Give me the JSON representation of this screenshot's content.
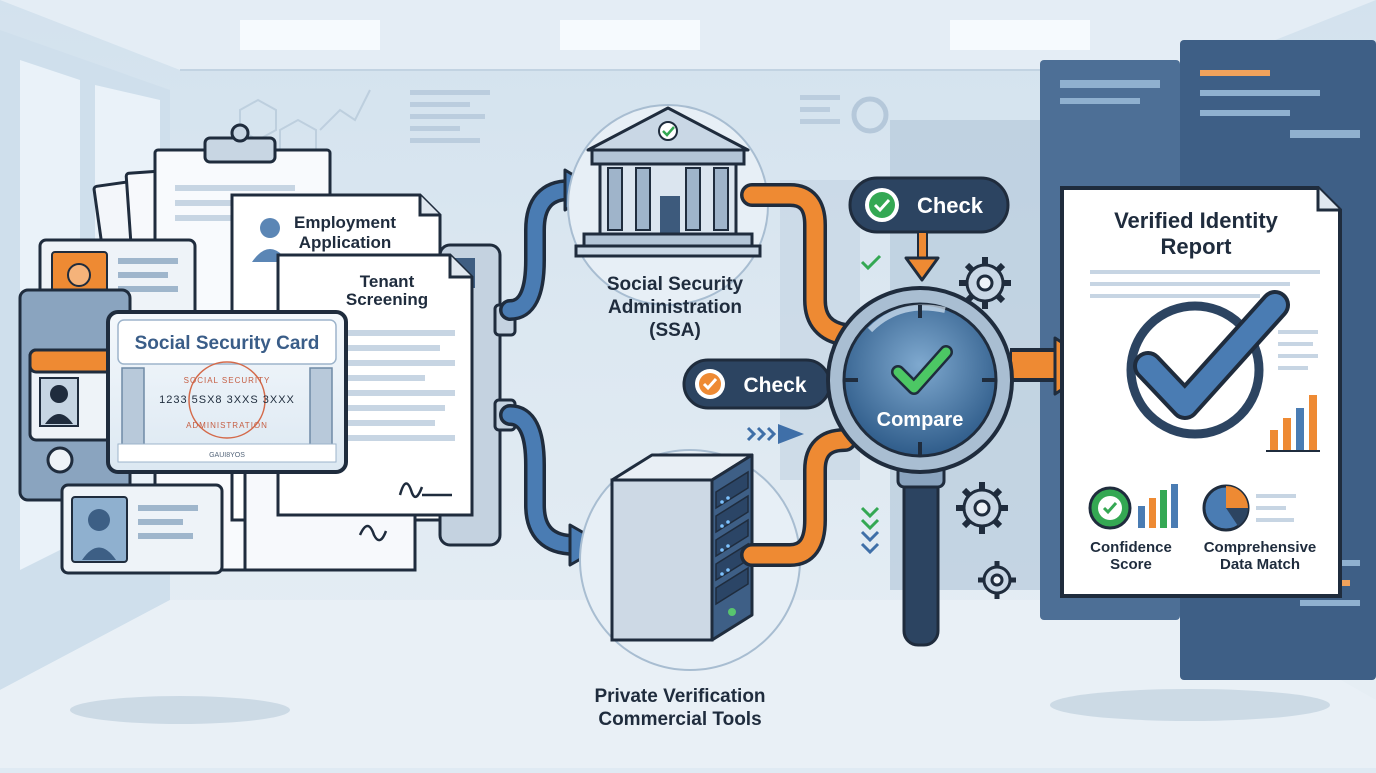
{
  "documents": {
    "employment": [
      "Employment",
      "Application"
    ],
    "tenant": [
      "Tenant",
      "Screening"
    ]
  },
  "card": {
    "title": "Social Security Card",
    "number": "1233 5SX8 3XXS 3XXX",
    "seal_text": "SOCIAL SECURITY ADMINISTRATION",
    "footer": "GAUI8YOS"
  },
  "ssa": {
    "label": [
      "Social Security",
      "Administration",
      "(SSA)"
    ]
  },
  "private": {
    "label": [
      "Private Verification",
      "Commercial Tools"
    ]
  },
  "checks": {
    "top": "Check",
    "left": "Check"
  },
  "compare": {
    "label": "Compare"
  },
  "report": {
    "title": [
      "Verified Identity",
      "Report"
    ],
    "metric1": [
      "Confidence",
      "Score"
    ],
    "metric2": [
      "Comprehensive",
      "Data Match"
    ]
  },
  "colors": {
    "navy": "#1f2c3d",
    "blue": "#3f6fa8",
    "orange": "#ee8a33",
    "green": "#34a853",
    "light": "#eef3f8"
  }
}
